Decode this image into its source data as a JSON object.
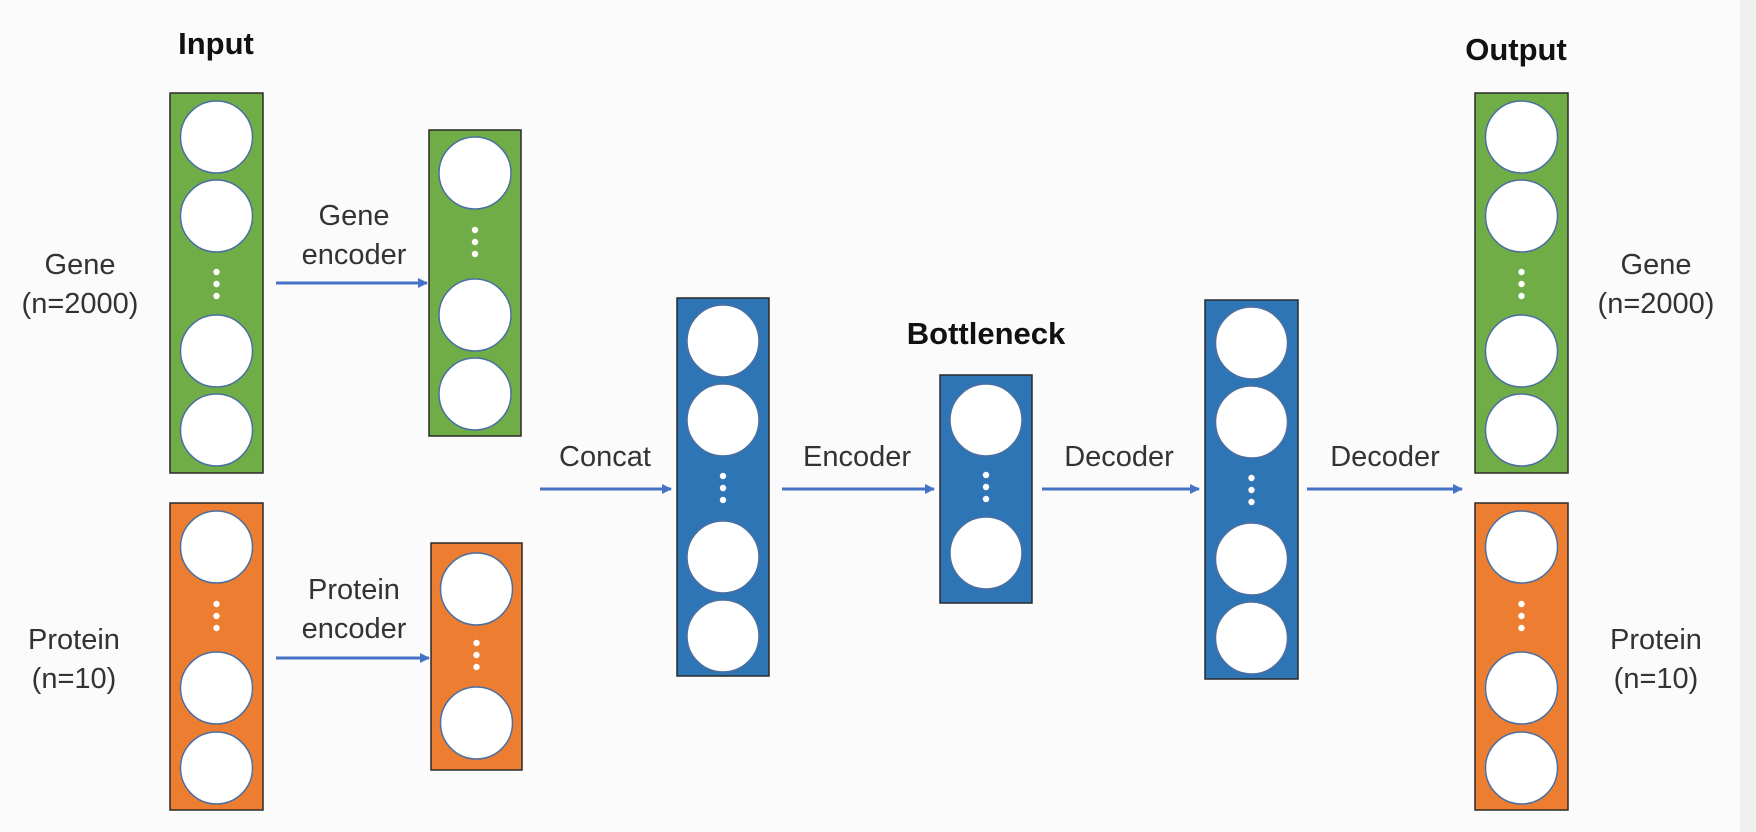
{
  "headings": {
    "input": "Input",
    "output": "Output",
    "bottleneck": "Bottleneck"
  },
  "inputs": {
    "gene_name": "Gene",
    "gene_count": "(n=2000)",
    "protein_name": "Protein",
    "protein_count": "(n=10)"
  },
  "outputs": {
    "gene_name": "Gene",
    "gene_count": "(n=2000)",
    "protein_name": "Protein",
    "protein_count": "(n=10)"
  },
  "arrows": {
    "gene_encoder_line1": "Gene",
    "gene_encoder_line2": "encoder",
    "protein_encoder_line1": "Protein",
    "protein_encoder_line2": "encoder",
    "concat": "Concat",
    "encoder": "Encoder",
    "decoder1": "Decoder",
    "decoder2": "Decoder"
  },
  "colors": {
    "gene": "#70ad47",
    "protein": "#ed7d31",
    "shared": "#2e75b6",
    "arrow": "#4472c4"
  }
}
